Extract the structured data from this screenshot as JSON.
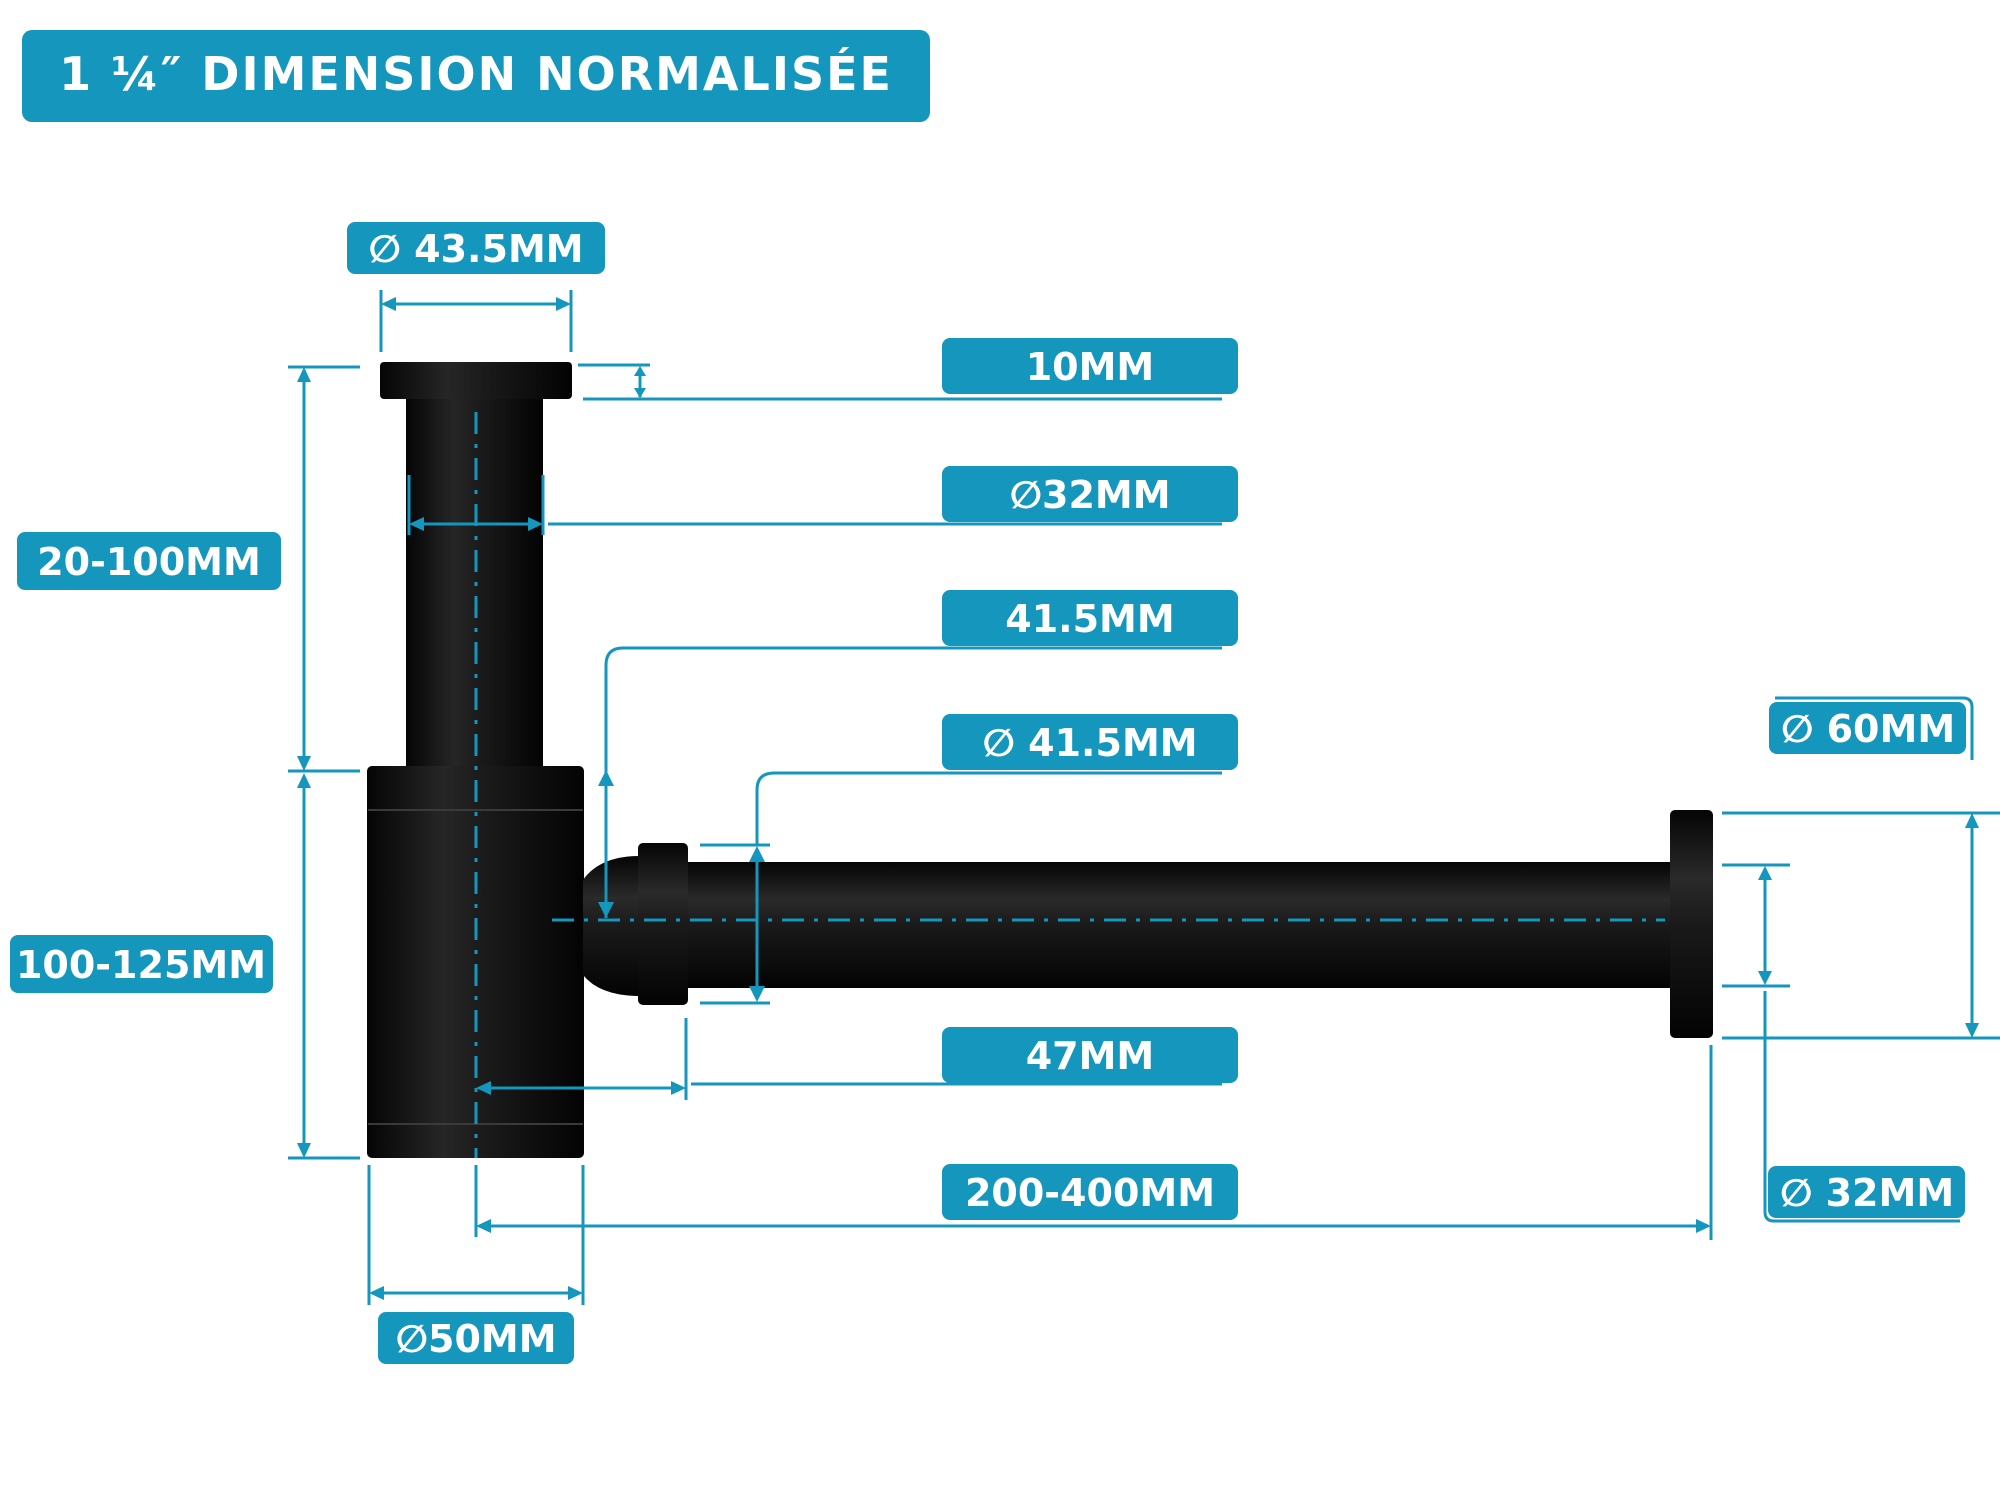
{
  "header": {
    "title": "1 ¼″ DIMENSION NORMALISÉE"
  },
  "labels": {
    "cap_diameter": "∅ 43.5MM",
    "cap_thickness": "10MM",
    "pipe_diameter": "∅32MM",
    "trap_offset": "41.5MM",
    "outlet_nut_diameter": "∅ 41.5MM",
    "wall_flange_diameter": "∅ 60MM",
    "upper_height": "20-100MM",
    "lower_height": "100-125MM",
    "nut_distance": "47MM",
    "outlet_length": "200-400MM",
    "outlet_pipe_diameter": "∅ 32MM",
    "body_diameter": "∅50MM"
  },
  "colors": {
    "accent": "#1596bd",
    "product": "#0d0d0d",
    "label_text": "#ffffff"
  }
}
